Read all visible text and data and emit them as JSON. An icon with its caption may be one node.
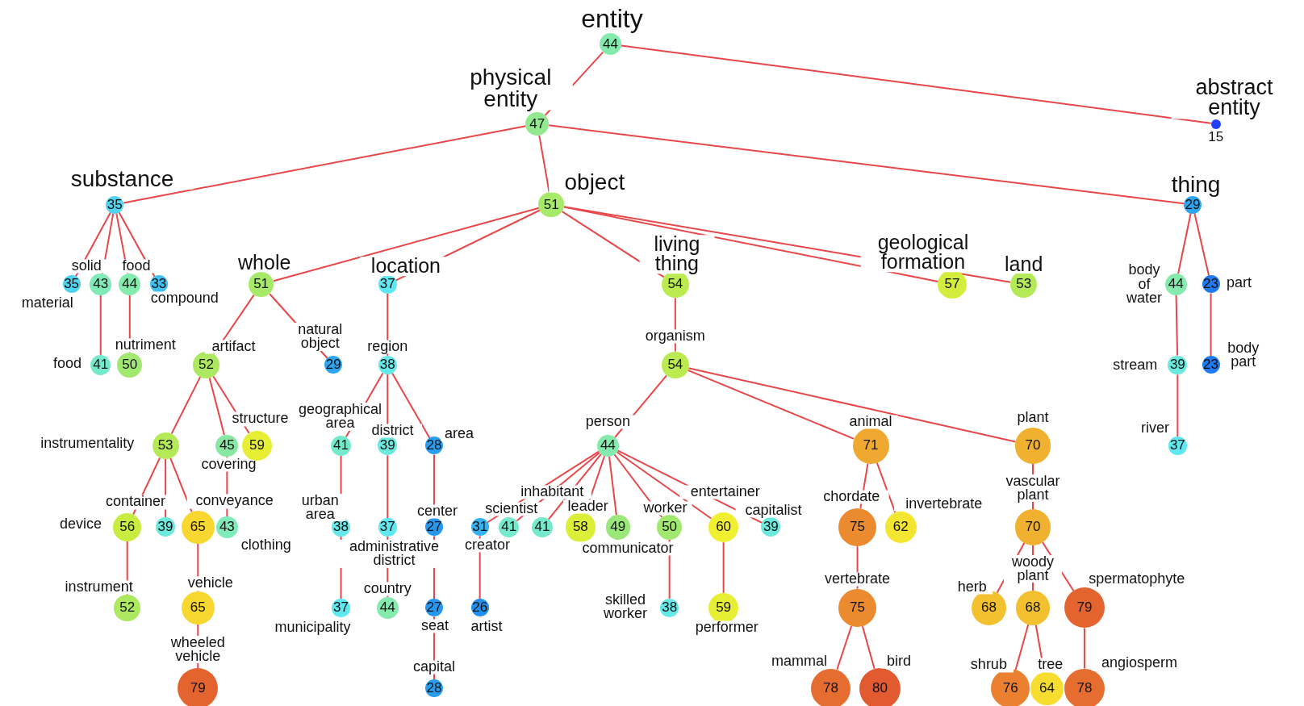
{
  "diagram": {
    "nodes": [
      {
        "text": [
          "44"
        ],
        "beside": [
          "entity"
        ]
      },
      {
        "text": [
          "47"
        ],
        "beside": [
          "physical entity"
        ]
      },
      {
        "text": [
          "15"
        ],
        "beside": [
          "abstract entity"
        ]
      },
      {
        "text": [
          "35"
        ],
        "beside": [
          "substance"
        ]
      },
      {
        "text": [
          "51"
        ],
        "beside": [
          "object"
        ]
      },
      {
        "text": [
          "29"
        ],
        "beside": [
          "thing"
        ]
      },
      {
        "text": [
          "35"
        ],
        "beside": [
          "material"
        ]
      },
      {
        "text": [
          "43"
        ],
        "beside": [
          "solid"
        ]
      },
      {
        "text": [
          "44"
        ],
        "beside": [
          "food"
        ]
      },
      {
        "text": [
          "33"
        ],
        "beside": [
          "compound"
        ]
      },
      {
        "text": [
          "51"
        ],
        "beside": [
          "whole"
        ]
      },
      {
        "text": [
          "37"
        ],
        "beside": [
          "location"
        ]
      },
      {
        "text": [
          "54"
        ],
        "beside": [
          "living thing"
        ]
      },
      {
        "text": [
          "57"
        ],
        "beside": [
          "geological formation"
        ]
      },
      {
        "text": [
          "53"
        ],
        "beside": [
          "land"
        ]
      },
      {
        "text": [
          "44"
        ],
        "beside": [
          "body of water"
        ]
      },
      {
        "text": [
          "23"
        ],
        "beside": [
          "part"
        ]
      },
      {
        "text": [
          "41"
        ],
        "beside": [
          "food"
        ]
      },
      {
        "text": [
          "50"
        ],
        "beside": [
          "nutriment"
        ]
      },
      {
        "text": [
          "52"
        ],
        "beside": [
          "artifact"
        ]
      },
      {
        "text": [
          "29"
        ],
        "beside": [
          "natural object"
        ]
      },
      {
        "text": [
          "38"
        ],
        "beside": [
          "region"
        ]
      },
      {
        "text": [
          "54"
        ],
        "beside": [
          "organism"
        ]
      },
      {
        "text": [
          "39"
        ],
        "beside": [
          "stream"
        ]
      },
      {
        "text": [
          "23"
        ],
        "beside": [
          "body part"
        ]
      },
      {
        "text": [
          "53"
        ],
        "beside": [
          "instrumentality"
        ]
      },
      {
        "text": [
          "45"
        ],
        "beside": [
          "covering"
        ]
      },
      {
        "text": [
          "59"
        ],
        "beside": [
          "structure"
        ]
      },
      {
        "text": [
          "41"
        ],
        "beside": [
          "geographical area"
        ]
      },
      {
        "text": [
          "39"
        ],
        "beside": [
          "district"
        ]
      },
      {
        "text": [
          "28"
        ],
        "beside": [
          "area"
        ]
      },
      {
        "text": [
          "44"
        ],
        "beside": [
          "person"
        ]
      },
      {
        "text": [
          "71"
        ],
        "beside": [
          "animal"
        ]
      },
      {
        "text": [
          "70"
        ],
        "beside": [
          "plant"
        ]
      },
      {
        "text": [
          "37"
        ],
        "beside": [
          "river"
        ]
      },
      {
        "text": [
          "56"
        ],
        "beside": [
          "device"
        ]
      },
      {
        "text": [
          "39"
        ],
        "beside": [
          "container"
        ]
      },
      {
        "text": [
          "65"
        ],
        "beside": [
          "conveyance"
        ]
      },
      {
        "text": [
          "43"
        ],
        "beside": [
          "clothing"
        ]
      },
      {
        "text": [
          "38"
        ],
        "beside": [
          "urban area"
        ]
      },
      {
        "text": [
          "37"
        ],
        "beside": [
          "administrative district"
        ]
      },
      {
        "text": [
          "27"
        ],
        "beside": [
          "center"
        ]
      },
      {
        "text": [
          "31"
        ],
        "beside": [
          "creator"
        ]
      },
      {
        "text": [
          "41"
        ],
        "beside": [
          "scientist"
        ]
      },
      {
        "text": [
          "41"
        ],
        "beside": [
          "inhabitant"
        ]
      },
      {
        "text": [
          "58"
        ],
        "beside": [
          "leader"
        ]
      },
      {
        "text": [
          "49"
        ],
        "beside": [
          "communicator"
        ]
      },
      {
        "text": [
          "50"
        ],
        "beside": [
          "worker"
        ]
      },
      {
        "text": [
          "60"
        ],
        "beside": [
          "entertainer"
        ]
      },
      {
        "text": [
          "39"
        ],
        "beside": [
          "capitalist"
        ]
      },
      {
        "text": [
          "75"
        ],
        "beside": [
          "chordate"
        ]
      },
      {
        "text": [
          "62"
        ],
        "beside": [
          "invertebrate"
        ]
      },
      {
        "text": [
          "70"
        ],
        "beside": [
          "vascular plant"
        ]
      },
      {
        "text": [
          "52"
        ],
        "beside": [
          "instrument"
        ]
      },
      {
        "text": [
          "65"
        ],
        "beside": [
          "vehicle"
        ]
      },
      {
        "text": [
          "37"
        ],
        "beside": [
          "municipality"
        ]
      },
      {
        "text": [
          "44"
        ],
        "beside": [
          "country"
        ]
      },
      {
        "text": [
          "27"
        ],
        "beside": [
          "seat"
        ]
      },
      {
        "text": [
          "26"
        ],
        "beside": [
          "artist"
        ]
      },
      {
        "text": [
          "38"
        ],
        "beside": [
          "skilled worker"
        ]
      },
      {
        "text": [
          "59"
        ],
        "beside": [
          "performer"
        ]
      },
      {
        "text": [
          "75"
        ],
        "beside": [
          "vertebrate"
        ]
      },
      {
        "text": [
          "68"
        ],
        "beside": [
          "herb"
        ]
      },
      {
        "text": [
          "68"
        ],
        "beside": [
          "woody plant"
        ]
      },
      {
        "text": [
          "79"
        ],
        "beside": [
          "spermatophyte"
        ]
      },
      {
        "text": [
          "79"
        ],
        "beside": [
          "wheeled vehicle"
        ]
      },
      {
        "text": [
          "28"
        ],
        "beside": [
          "capital"
        ]
      },
      {
        "text": [
          "78"
        ],
        "beside": [
          "mammal"
        ]
      },
      {
        "text": [
          "80"
        ],
        "beside": [
          "bird"
        ]
      },
      {
        "text": [
          "76"
        ],
        "beside": [
          "shrub"
        ]
      },
      {
        "text": [
          "64"
        ],
        "beside": [
          "tree"
        ]
      },
      {
        "text": [
          "78"
        ],
        "beside": [
          "angiosperm"
        ]
      }
    ],
    "edges": [
      {
        "from": 0,
        "to": 1,
        "arrow": "none"
      },
      {
        "from": 0,
        "to": 2,
        "arrow": "none"
      },
      {
        "from": 1,
        "to": 3,
        "arrow": "none"
      },
      {
        "from": 1,
        "to": 4,
        "arrow": "none"
      },
      {
        "from": 1,
        "to": 5,
        "arrow": "none"
      },
      {
        "from": 3,
        "to": 6,
        "arrow": "none"
      },
      {
        "from": 3,
        "to": 7,
        "arrow": "none"
      },
      {
        "from": 3,
        "to": 8,
        "arrow": "none"
      },
      {
        "from": 3,
        "to": 9,
        "arrow": "none"
      },
      {
        "from": 4,
        "to": 10,
        "arrow": "none"
      },
      {
        "from": 4,
        "to": 11,
        "arrow": "none"
      },
      {
        "from": 4,
        "to": 12,
        "arrow": "none"
      },
      {
        "from": 4,
        "to": 13,
        "arrow": "none"
      },
      {
        "from": 4,
        "to": 14,
        "arrow": "none"
      },
      {
        "from": 5,
        "to": 15,
        "arrow": "none"
      },
      {
        "from": 5,
        "to": 16,
        "arrow": "none"
      },
      {
        "from": 7,
        "to": 17,
        "arrow": "none"
      },
      {
        "from": 8,
        "to": 18,
        "arrow": "none"
      },
      {
        "from": 10,
        "to": 19,
        "arrow": "none"
      },
      {
        "from": 10,
        "to": 20,
        "arrow": "none"
      },
      {
        "from": 11,
        "to": 21,
        "arrow": "none"
      },
      {
        "from": 12,
        "to": 22,
        "arrow": "none"
      },
      {
        "from": 15,
        "to": 23,
        "arrow": "none"
      },
      {
        "from": 16,
        "to": 24,
        "arrow": "none"
      },
      {
        "from": 19,
        "to": 25,
        "arrow": "none"
      },
      {
        "from": 19,
        "to": 26,
        "arrow": "none"
      },
      {
        "from": 19,
        "to": 27,
        "arrow": "none"
      },
      {
        "from": 21,
        "to": 28,
        "arrow": "none"
      },
      {
        "from": 21,
        "to": 29,
        "arrow": "none"
      },
      {
        "from": 21,
        "to": 30,
        "arrow": "none"
      },
      {
        "from": 22,
        "to": 31,
        "arrow": "none"
      },
      {
        "from": 22,
        "to": 32,
        "arrow": "none"
      },
      {
        "from": 22,
        "to": 33,
        "arrow": "none"
      },
      {
        "from": 23,
        "to": 34,
        "arrow": "none"
      },
      {
        "from": 25,
        "to": 35,
        "arrow": "none"
      },
      {
        "from": 25,
        "to": 36,
        "arrow": "none"
      },
      {
        "from": 25,
        "to": 37,
        "arrow": "none"
      },
      {
        "from": 26,
        "to": 38,
        "arrow": "none"
      },
      {
        "from": 28,
        "to": 39,
        "arrow": "none"
      },
      {
        "from": 29,
        "to": 40,
        "arrow": "none"
      },
      {
        "from": 30,
        "to": 41,
        "arrow": "none"
      },
      {
        "from": 31,
        "to": 42,
        "arrow": "none"
      },
      {
        "from": 31,
        "to": 43,
        "arrow": "none"
      },
      {
        "from": 31,
        "to": 44,
        "arrow": "none"
      },
      {
        "from": 31,
        "to": 45,
        "arrow": "none"
      },
      {
        "from": 31,
        "to": 46,
        "arrow": "none"
      },
      {
        "from": 31,
        "to": 47,
        "arrow": "none"
      },
      {
        "from": 31,
        "to": 48,
        "arrow": "none"
      },
      {
        "from": 31,
        "to": 49,
        "arrow": "none"
      },
      {
        "from": 32,
        "to": 50,
        "arrow": "none"
      },
      {
        "from": 32,
        "to": 51,
        "arrow": "none"
      },
      {
        "from": 33,
        "to": 52,
        "arrow": "none"
      },
      {
        "from": 35,
        "to": 53,
        "arrow": "none"
      },
      {
        "from": 37,
        "to": 54,
        "arrow": "none"
      },
      {
        "from": 39,
        "to": 55,
        "arrow": "none"
      },
      {
        "from": 40,
        "to": 56,
        "arrow": "none"
      },
      {
        "from": 41,
        "to": 57,
        "arrow": "none"
      },
      {
        "from": 42,
        "to": 58,
        "arrow": "none"
      },
      {
        "from": 47,
        "to": 59,
        "arrow": "none"
      },
      {
        "from": 48,
        "to": 60,
        "arrow": "none"
      },
      {
        "from": 50,
        "to": 61,
        "arrow": "none"
      },
      {
        "from": 52,
        "to": 62,
        "arrow": "none"
      },
      {
        "from": 52,
        "to": 63,
        "arrow": "none"
      },
      {
        "from": 52,
        "to": 64,
        "arrow": "none"
      },
      {
        "from": 54,
        "to": 65,
        "arrow": "none"
      },
      {
        "from": 57,
        "to": 66,
        "arrow": "none"
      },
      {
        "from": 61,
        "to": 67,
        "arrow": "none"
      },
      {
        "from": 61,
        "to": 68,
        "arrow": "none"
      },
      {
        "from": 63,
        "to": 69,
        "arrow": "none"
      },
      {
        "from": 63,
        "to": 70,
        "arrow": "none"
      },
      {
        "from": 64,
        "to": 71,
        "arrow": "none"
      }
    ]
  }
}
